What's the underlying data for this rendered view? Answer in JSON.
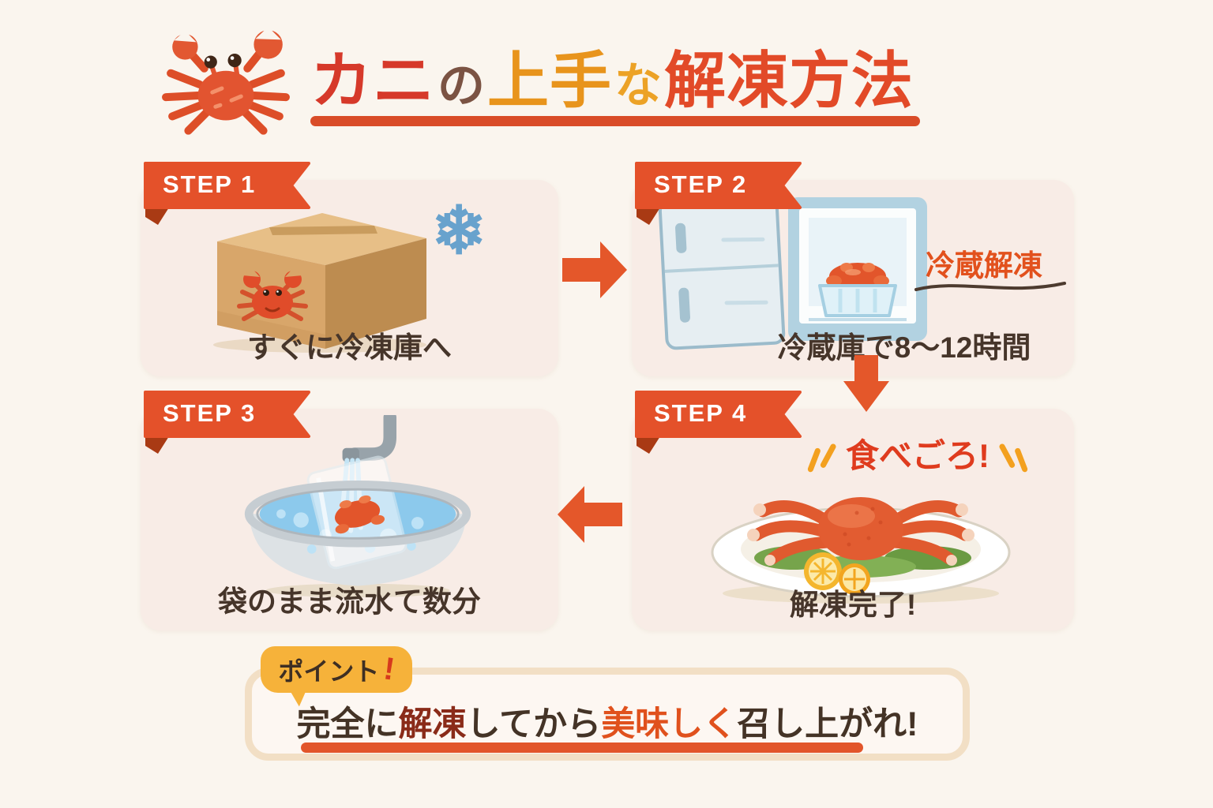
{
  "title": {
    "segments": [
      {
        "text": "カニ",
        "color": "#d6392a"
      },
      {
        "text": "の",
        "color": "#7b5343"
      },
      {
        "text": "上手",
        "color": "#e8941c"
      },
      {
        "text": "な",
        "color": "#eca226"
      },
      {
        "text": "解凍方法",
        "color": "#e24a28"
      }
    ]
  },
  "steps": [
    {
      "badge": "STEP 1",
      "caption": "すぐに冷凍庫へ"
    },
    {
      "badge": "STEP 2",
      "caption": "冷蔵庫で8〜12時間",
      "label": "冷蔵解凍"
    },
    {
      "badge": "STEP 3",
      "caption": "袋のまま流水て数分"
    },
    {
      "badge": "STEP 4",
      "caption": "解凍完了!",
      "label": "食べごろ!"
    }
  ],
  "point": {
    "badge": "ポイント",
    "badge_mark": "!",
    "segments": [
      {
        "text": "完全に",
        "color": "#443326"
      },
      {
        "text": "解凍",
        "color": "#8a2b19"
      },
      {
        "text": "してから",
        "color": "#443326"
      },
      {
        "text": "美味しく",
        "color": "#e0511d"
      },
      {
        "text": "召し上がれ!",
        "color": "#443326"
      }
    ]
  },
  "icons": {
    "snowflake": "❄",
    "crab": "crab-illustration",
    "arrow": "solid-block-arrow"
  },
  "colors": {
    "page_bg": "#faf5ee",
    "card_bg": "#f8ece6",
    "ribbon": "#e4512a",
    "ribbon_fold": "#a93a14",
    "arrow": "#e4572a",
    "underline": "#d94c28",
    "caption": "#46352a",
    "fridge_label": "#e2511d",
    "eat_label": "#df3b1e",
    "spark": "#f3a01f",
    "point_border": "#f2dfc5",
    "point_bg": "#fdf7f2",
    "bubble": "#f6b23a",
    "bubble_text": "#3e2f23",
    "exclaim": "#d6391d",
    "point_underline": "#e2552a",
    "snowflake": "#68a2cd"
  }
}
